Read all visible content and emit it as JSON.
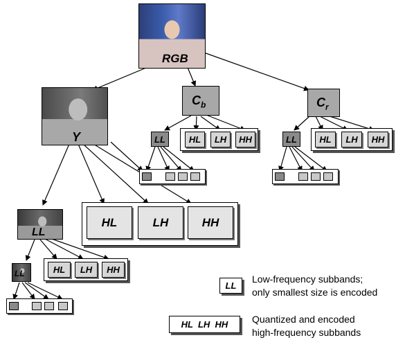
{
  "nodes": {
    "rgb": "RGB",
    "y": "Y",
    "cb": {
      "main": "C",
      "sub": "b"
    },
    "cr": {
      "main": "C",
      "sub": "r"
    },
    "ll": "LL",
    "hl": "HL",
    "lh": "LH",
    "hh": "HH"
  },
  "legend": {
    "ll_box": "LL",
    "ll_line1": "Low-frequency subbands;",
    "ll_line2": "only smallest size is encoded",
    "hf_box": "HL  LH  HH",
    "hf_line1": "Quantized and encoded",
    "hf_line2": "high-frequency subbands"
  },
  "colors": {
    "box_fill": "#d6d6d6",
    "dark_fill": "#8a8a8a",
    "chroma_fill": "#a8a8a8"
  }
}
